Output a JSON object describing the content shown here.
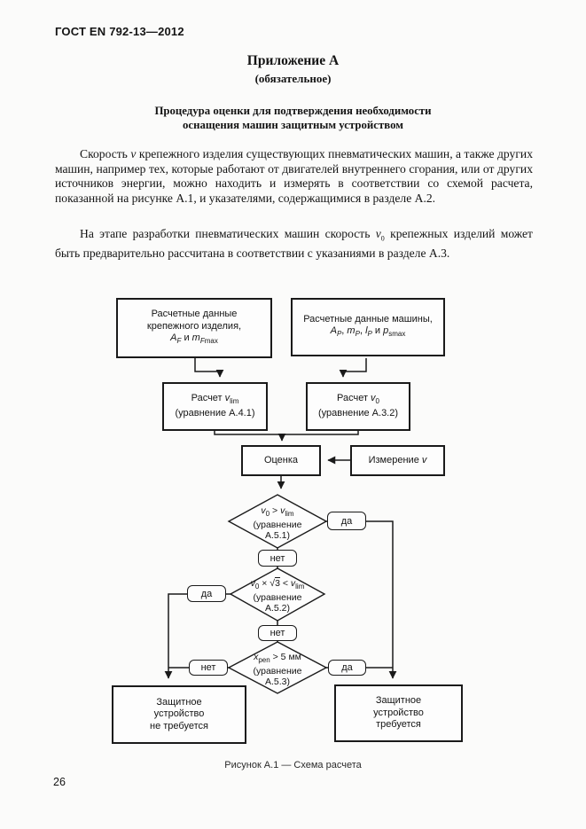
{
  "page": {
    "header": "ГОСТ EN 792-13—2012",
    "page_number": "26"
  },
  "appendix": {
    "title": "Приложение А",
    "subtitle": "(обязательное)",
    "heading_html": "Процедура оценки для подтверждения необходимости<br>оснащения машин защитным устройством"
  },
  "paragraphs": {
    "p1_html": "Скорость <i>v</i> крепежного изделия существующих пневматических машин, а также других машин, например тех, которые работают от двигателей внутреннего сгорания, или от других источников энергии, можно находить и измерять в соответствии со схемой расчета, показанной на рисунке А.1, и указателями, содержащимися в разделе А.2.",
    "p2_html": "На этапе разработки пневматических машин скорость <i>v</i><sub>0</sub> крепежных изделий может быть предварительно рассчитана в соответствии с указаниями в разделе А.3."
  },
  "flowchart": {
    "caption": "Рисунок А.1 — Схема расчета",
    "nodes": {
      "fastener_data_html": "Расчетные данные<br>крепежного изделия,<br><i>A<sub>F</sub></i> и <i>m</i><sub><i>F</i>max</sub>",
      "machine_data_html": "Расчетные данные машины,<br><i>A<sub>P</sub></i>, <i>m<sub>P</sub></i>, <i>l<sub>P</sub></i> и <i>p</i><sub>smax</sub>",
      "calc_vlim_html": "Расчет <i>v</i><sub>lim</sub><br>(уравнение А.4.1)",
      "calc_v0_html": "Расчет <i>v</i><sub>0</sub><br>(уравнение А.3.2)",
      "evaluation": "Оценка",
      "measurement_html": "Измерение <i>v</i>",
      "decision1_html": "<i>v</i><sub>0</sub> &gt; <i>v</i><sub>lim</sub><br>(уравнение<br>А.5.1)",
      "decision2_html": "<i>v</i><sub>0</sub> × √<span class=\"ol\">3</span> &lt; <i>v</i><sub>lim</sub><br>(уравнение<br>А.5.2)",
      "decision3_html": "<i>x</i><sub>pen</sub> &gt; 5 мм<br>(уравнение<br>А.5.3)",
      "guard_not_required_html": "Защитное<br>устройство<br>не требуется",
      "guard_required_html": "Защитное<br>устройство<br>требуется"
    },
    "labels": {
      "yes": "да",
      "no": "нет"
    }
  }
}
